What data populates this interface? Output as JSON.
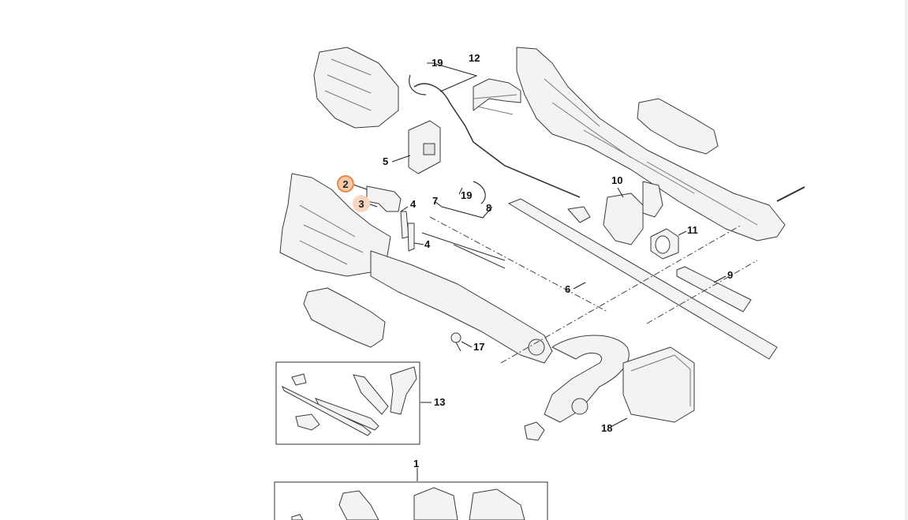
{
  "diagram": {
    "callouts": [
      {
        "id": "19a",
        "text": "19"
      },
      {
        "id": "12",
        "text": "12"
      },
      {
        "id": "5",
        "text": "5"
      },
      {
        "id": "2",
        "text": "2"
      },
      {
        "id": "3",
        "text": "3"
      },
      {
        "id": "4a",
        "text": "4"
      },
      {
        "id": "4b",
        "text": "4"
      },
      {
        "id": "19b",
        "text": "19"
      },
      {
        "id": "7",
        "text": "7"
      },
      {
        "id": "8",
        "text": "8"
      },
      {
        "id": "10",
        "text": "10"
      },
      {
        "id": "11",
        "text": "11"
      },
      {
        "id": "9",
        "text": "9"
      },
      {
        "id": "6",
        "text": "6"
      },
      {
        "id": "17",
        "text": "17"
      },
      {
        "id": "13",
        "text": "13"
      },
      {
        "id": "18",
        "text": "18"
      },
      {
        "id": "1",
        "text": "1"
      }
    ],
    "highlight_color": "#e8884a",
    "highlight_fill": "#f4c9a6",
    "line_color": "#333333",
    "part_fill": "#f2f2f2"
  }
}
